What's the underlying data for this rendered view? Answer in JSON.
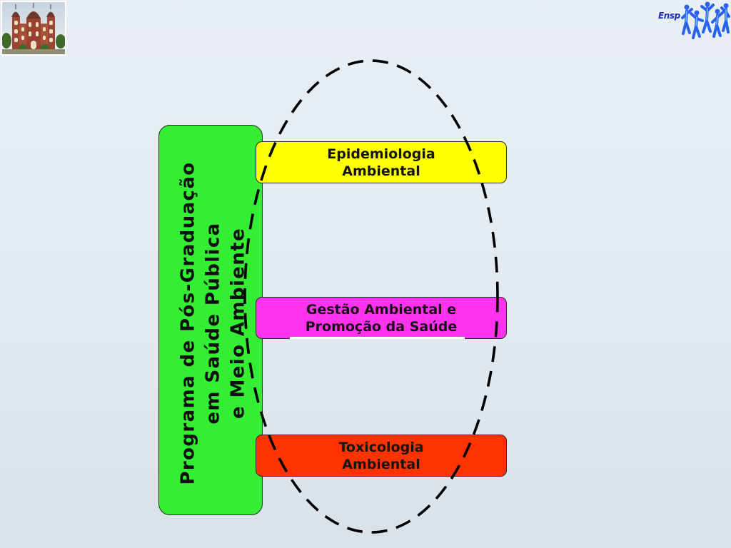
{
  "slide": {
    "background": "#e0e9f0"
  },
  "logos": {
    "left": {
      "icon": "castle-photo"
    },
    "right": {
      "text": "Ensp",
      "icon": "dancing-figures-icon",
      "text_color": "#1c2fb8",
      "figure_color": "#2a62f0"
    }
  },
  "program_box": {
    "lines": [
      "Programa de Pós-Graduação",
      "em Saúde Pública",
      "e Meio Ambiente"
    ],
    "color": "#33ee33"
  },
  "topic_boxes": [
    {
      "lines": [
        "Epidemiologia",
        "Ambiental"
      ],
      "color": "#ffff00"
    },
    {
      "lines": [
        "Gestão Ambiental e",
        "Promoção da Saúde"
      ],
      "color": "#ff33ee"
    },
    {
      "lines": [
        "Toxicologia",
        "Ambiental"
      ],
      "color": "#ff3300"
    }
  ],
  "grouping_ellipse": {
    "stroke": "#000000"
  }
}
